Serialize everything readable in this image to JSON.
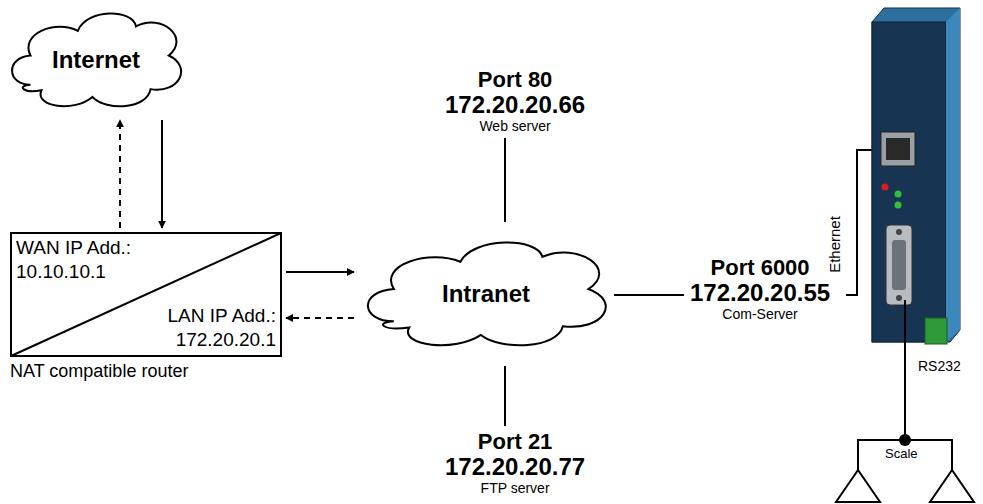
{
  "diagram": {
    "nodes": [
      {
        "text": [
          "Internet"
        ]
      },
      {
        "text": [
          "WAN IP Add.: 10.10.10.1",
          "LAN IP Add.: 172.20.20.1",
          "NAT compatible router"
        ]
      },
      {
        "text": [
          "Port 80",
          "172.20.20.66",
          "Web server"
        ]
      },
      {
        "text": [
          "Intranet"
        ]
      },
      {
        "text": [
          "Port 6000",
          "172.20.20.55",
          "Com-Server"
        ]
      },
      {
        "text": [
          "Port 21",
          "172.20.20.77",
          "FTP server"
        ]
      }
    ],
    "edges": [
      {
        "from": 0,
        "to": 1,
        "arrow": "to"
      },
      {
        "from": 1,
        "to": 0,
        "arrow": "to"
      },
      {
        "from": 1,
        "to": 3,
        "arrow": "to"
      },
      {
        "from": 3,
        "to": 1,
        "arrow": "to"
      },
      {
        "from": 2,
        "to": 3,
        "arrow": "none"
      },
      {
        "from": 3,
        "to": 5,
        "arrow": "none"
      },
      {
        "from": 3,
        "to": 4,
        "arrow": "none"
      }
    ],
    "labels": [
      "Ethernet",
      "RS232",
      "Scale"
    ]
  }
}
